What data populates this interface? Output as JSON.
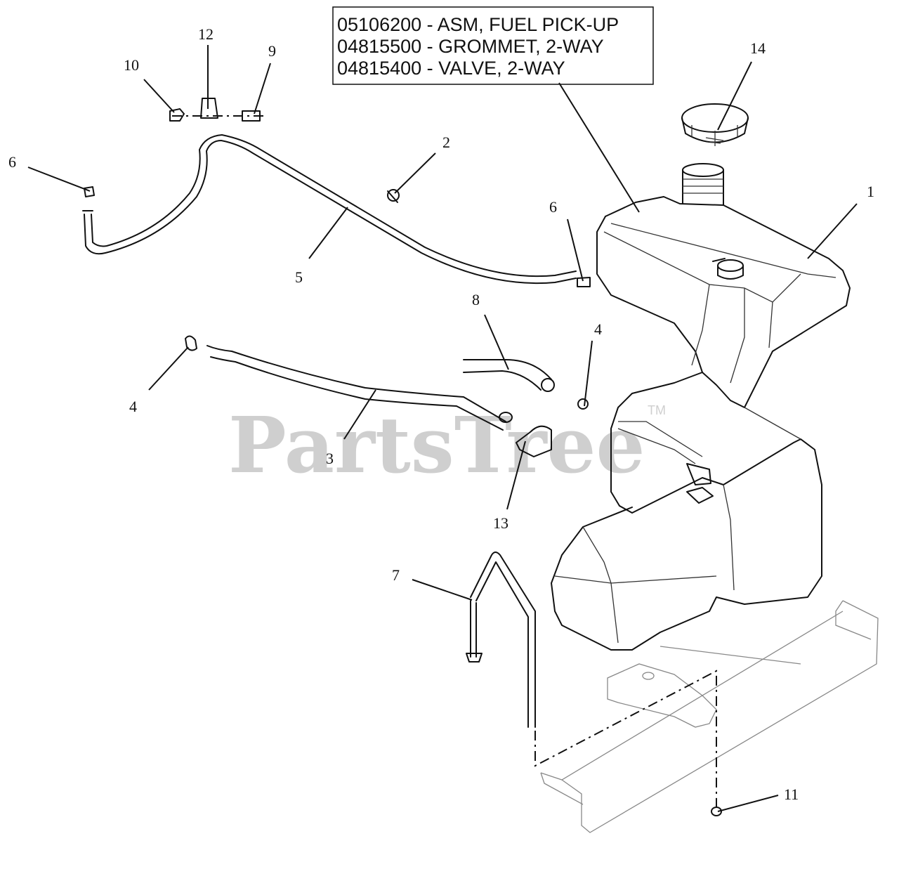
{
  "legend": {
    "lines": [
      "05106200 - ASM, FUEL PICK-UP",
      "04815500 - GROMMET, 2-WAY",
      "04815400 - VALVE, 2-WAY"
    ]
  },
  "callouts": [
    {
      "id": "c1",
      "label": "1"
    },
    {
      "id": "c2",
      "label": "2"
    },
    {
      "id": "c3",
      "label": "3"
    },
    {
      "id": "c4a",
      "label": "4"
    },
    {
      "id": "c4b",
      "label": "4"
    },
    {
      "id": "c5",
      "label": "5"
    },
    {
      "id": "c6a",
      "label": "6"
    },
    {
      "id": "c6b",
      "label": "6"
    },
    {
      "id": "c7",
      "label": "7"
    },
    {
      "id": "c8",
      "label": "8"
    },
    {
      "id": "c9",
      "label": "9"
    },
    {
      "id": "c10",
      "label": "10"
    },
    {
      "id": "c11",
      "label": "11"
    },
    {
      "id": "c12",
      "label": "12"
    },
    {
      "id": "c13",
      "label": "13"
    },
    {
      "id": "c14",
      "label": "14"
    }
  ],
  "watermark": {
    "text": "PartsTree",
    "mark": "TM"
  }
}
